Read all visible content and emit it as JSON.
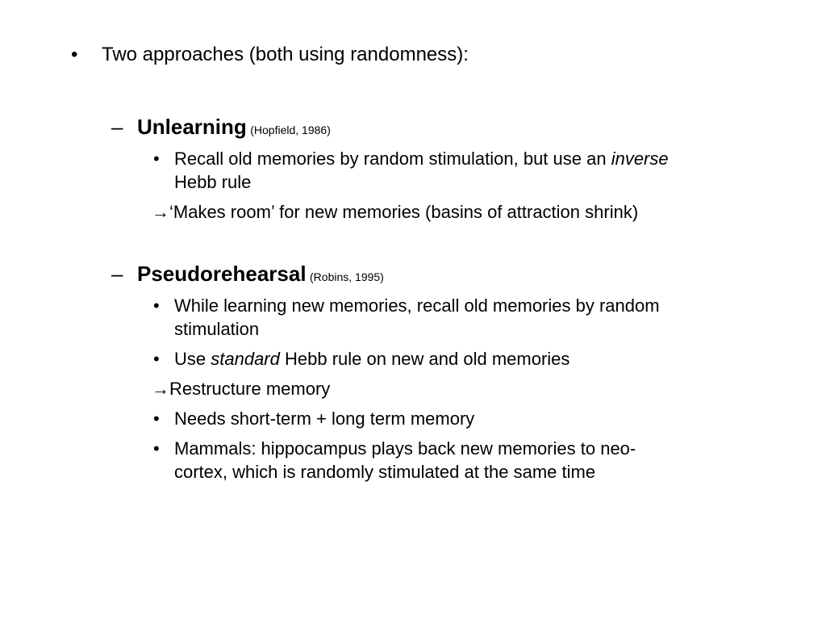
{
  "slide": {
    "main_bullet": {
      "marker": "•",
      "text": "Two approaches (both using randomness):"
    },
    "sections": [
      {
        "dash": "–",
        "title": "Unlearning",
        "citation": "(Hopfield, 1986)",
        "items": [
          {
            "marker": "•",
            "before": "Recall old memories by random stimulation, but use an ",
            "emphasis": "inverse",
            "after_line1": "",
            "line2": "Hebb rule"
          },
          {
            "marker": "→",
            "text": "‘Makes room’ for new memories (basins of attraction shrink)"
          }
        ]
      },
      {
        "dash": "–",
        "title": "Pseudorehearsal",
        "citation": "(Robins, 1995)",
        "items": [
          {
            "marker": "•",
            "line1": "While learning new memories, recall old memories by random",
            "line2": "stimulation"
          },
          {
            "marker": "•",
            "before": "Use ",
            "emphasis": "standard",
            "after": " Hebb rule on new and old memories"
          },
          {
            "marker": "→",
            "text": " Restructure memory"
          },
          {
            "marker": "•",
            "text": "Needs short-term + long term memory"
          },
          {
            "marker": "•",
            "line1": "Mammals: hippocampus plays back new memories to neo-",
            "line2": "cortex, which is randomly stimulated at the same time"
          }
        ]
      }
    ]
  }
}
